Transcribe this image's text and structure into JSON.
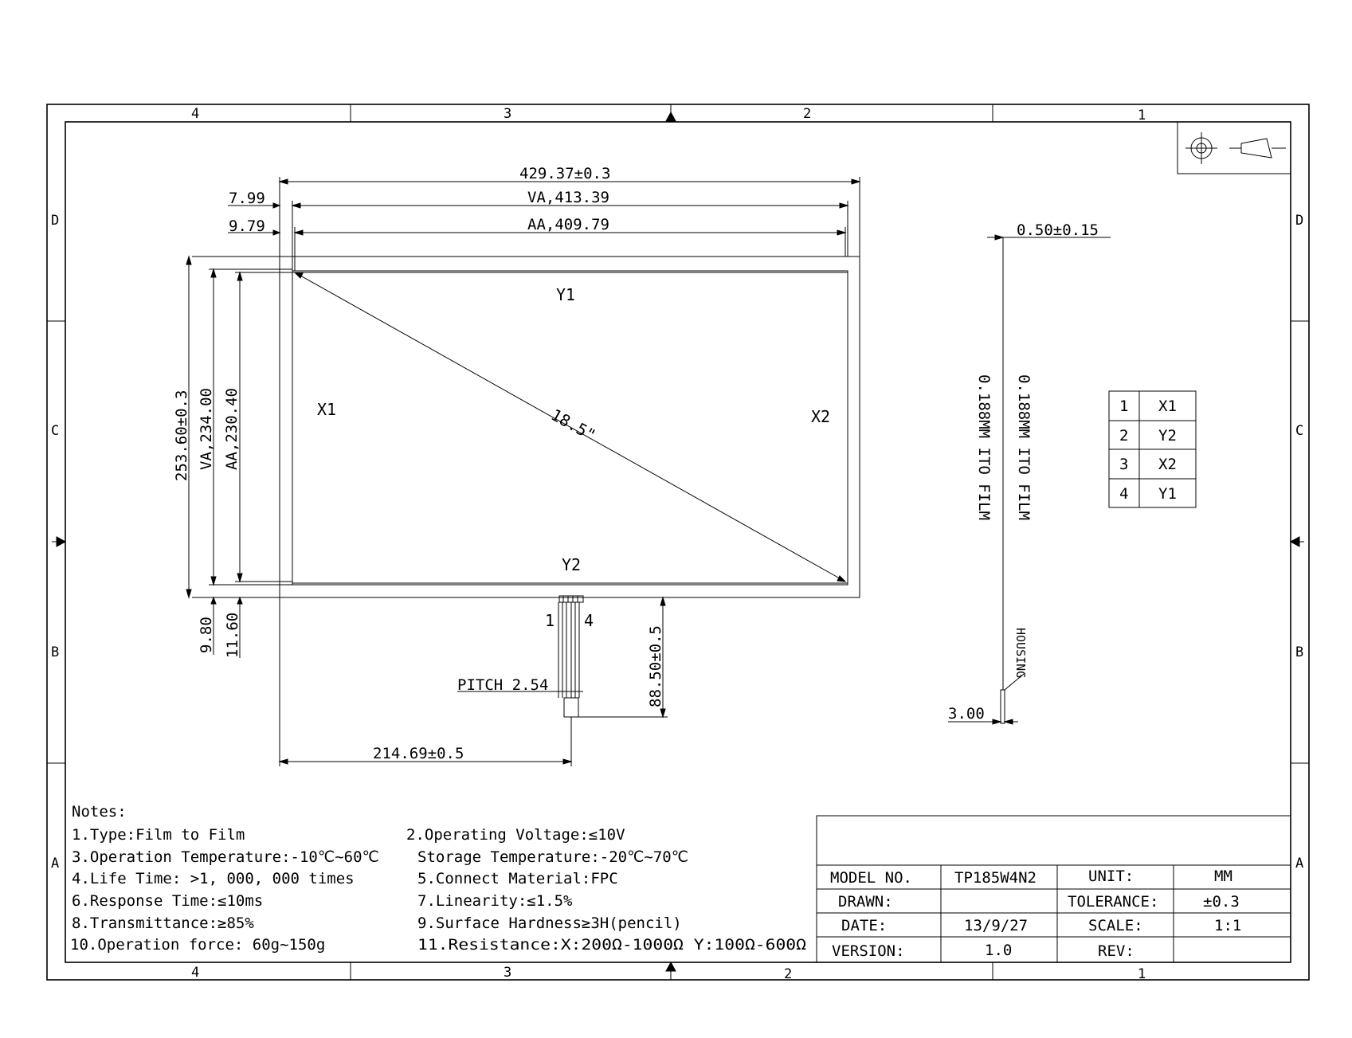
{
  "zones": {
    "top": [
      "4",
      "3",
      "2",
      "1"
    ],
    "bottom": [
      "4",
      "3",
      "2",
      "1"
    ],
    "left": [
      "D",
      "C",
      "B",
      "A"
    ],
    "right": [
      "D",
      "C",
      "B",
      "A"
    ]
  },
  "dimensions": {
    "overall_width": "429.37±0.3",
    "va_width": "VA,413.39",
    "aa_width": "AA,409.79",
    "offset_va": "7.99",
    "offset_aa": "9.79",
    "overall_height": "253.60±0.3",
    "va_height": "VA,234.00",
    "aa_height": "AA,230.40",
    "bottom_offset_1": "9.80",
    "bottom_offset_2": "11.60",
    "tail_length": "88.50±0.5",
    "tail_position": "214.69±0.5",
    "pitch": "PITCH 2.54",
    "film_thickness": "0.50±0.15",
    "housing_dim": "3.00"
  },
  "panel_labels": {
    "y1": "Y1",
    "y2": "Y2",
    "x1": "X1",
    "x2": "X2",
    "diagonal": "18.5\"",
    "pin_first": "1",
    "pin_last": "4"
  },
  "side_view": {
    "film_left": "0.188MM ITO FILM",
    "film_right": "0.188MM ITO FILM",
    "housing": "HOUSING"
  },
  "pin_table": [
    {
      "pin": "1",
      "signal": "X1"
    },
    {
      "pin": "2",
      "signal": "Y2"
    },
    {
      "pin": "3",
      "signal": "X2"
    },
    {
      "pin": "4",
      "signal": "Y1"
    }
  ],
  "notes": {
    "heading": "Notes:",
    "lines": [
      "1.Type:Film to Film",
      "2.Operating Voltage:≤10V",
      "3.Operation Temperature:-10℃~60℃",
      "Storage Temperature:-20℃~70℃",
      "4.Life Time: >1, 000, 000 times",
      "5.Connect Material:FPC",
      "6.Response Time:≤10ms",
      "7.Linearity:≤1.5%",
      "8.Transmittance:≥85%",
      "9.Surface Hardness≥3H(pencil)",
      "10.Operation force: 60g~150g",
      "11.Resistance:X:200Ω-1000Ω  Y:100Ω-600Ω"
    ]
  },
  "title_block": {
    "model_no_label": "MODEL NO.",
    "model_no": "TP185W4N2",
    "unit_label": "UNIT:",
    "unit": "MM",
    "drawn_label": "DRAWN:",
    "drawn": "",
    "tolerance_label": "TOLERANCE:",
    "tolerance": "±0.3",
    "date_label": "DATE:",
    "date": "13/9/27",
    "scale_label": "SCALE:",
    "scale": "1:1",
    "version_label": "VERSION:",
    "version": "1.0",
    "rev_label": "REV:",
    "rev": ""
  },
  "projection_symbol_icon": "third-angle-projection-icon"
}
